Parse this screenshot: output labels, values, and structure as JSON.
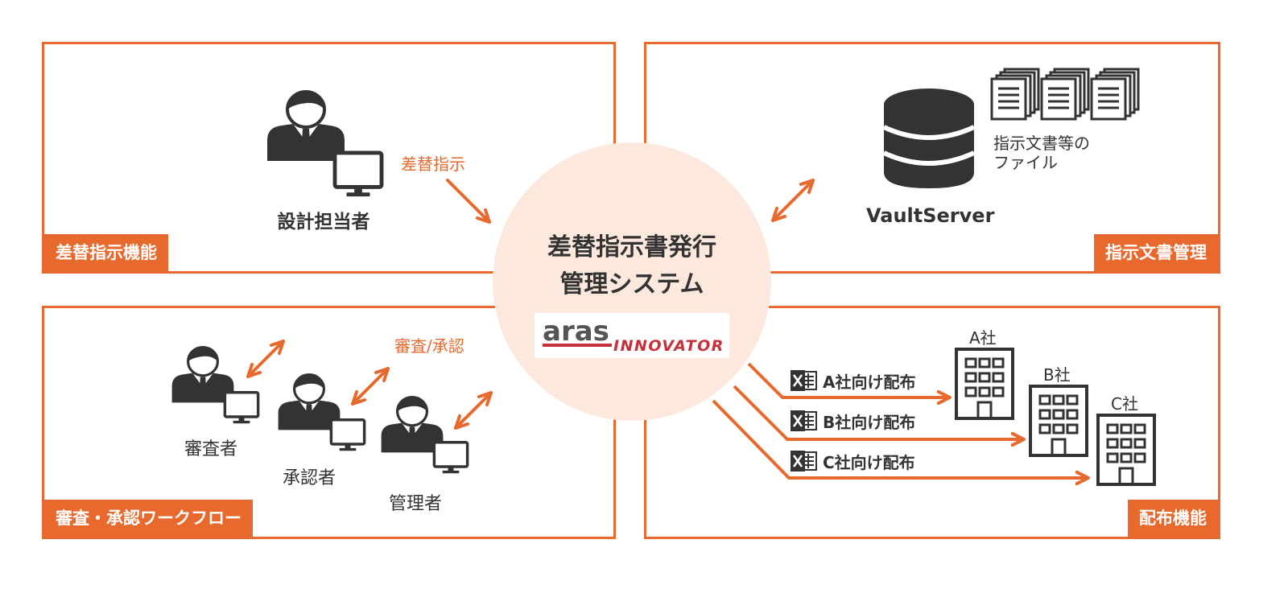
{
  "panels": {
    "design": {
      "tag": "差替指示機能",
      "person_label": "設計担当者",
      "action_label": "差替指示"
    },
    "docs": {
      "tag": "指示文書管理",
      "server_label": "VaultServer",
      "files_label_line1": "指示文書等の",
      "files_label_line2": "ファイル"
    },
    "review": {
      "tag": "審査・承認ワークフロー",
      "action_label": "審査/承認",
      "reviewer": "審査者",
      "approver": "承認者",
      "manager": "管理者"
    },
    "distribution": {
      "tag": "配布機能",
      "routes": [
        {
          "label": "A社向け配布",
          "company": "A社"
        },
        {
          "label": "B社向け配布",
          "company": "B社"
        },
        {
          "label": "C社向け配布",
          "company": "C社"
        }
      ]
    }
  },
  "center": {
    "title_line1": "差替指示書発行",
    "title_line2": "管理システム",
    "logo": {
      "main": "aras",
      "sub": "INNOVATOR"
    }
  },
  "colors": {
    "accent": "#e8692d",
    "center_bg": "#fce8dc",
    "icon": "#333333",
    "logo_red": "#c6303a"
  },
  "icons": [
    "person-icon",
    "monitor-icon",
    "database-icon",
    "document-stack-icon",
    "excel-icon",
    "building-icon",
    "double-arrow-icon"
  ]
}
